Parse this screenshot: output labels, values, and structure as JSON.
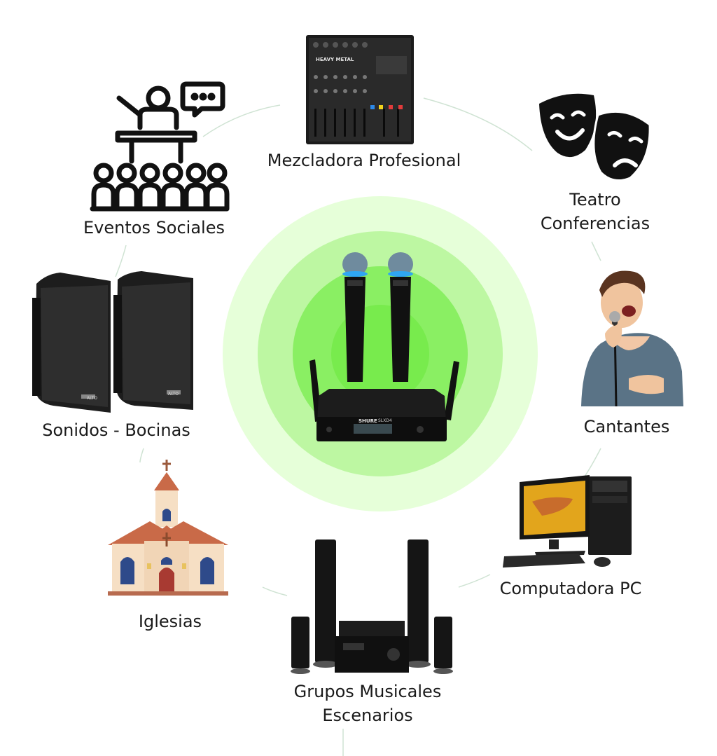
{
  "center": {
    "name": "wireless-microphone-receiver",
    "brand_label": "SHURE",
    "model_label": "SLXD4"
  },
  "mixer": {
    "label": "Mezcladora Profesional",
    "panel_text": "HEAVY METAL"
  },
  "social": {
    "label": "Eventos Sociales"
  },
  "theatre": {
    "label_line1": "Teatro",
    "label_line2": "Conferencias"
  },
  "speakers": {
    "label": "Sonidos - Bocinas",
    "brand": "ALTO"
  },
  "singers": {
    "label": "Cantantes"
  },
  "church": {
    "label": "Iglesias"
  },
  "pc": {
    "label": "Computadora PC"
  },
  "bands": {
    "label_line1": "Grupos Musicales",
    "label_line2": "Escenarios"
  },
  "colors": {
    "glow_outer": "#e6ffd9",
    "glow_mid": "#bdf7a2",
    "glow_inner": "#8aef63",
    "connector": "#cfe6d4"
  }
}
